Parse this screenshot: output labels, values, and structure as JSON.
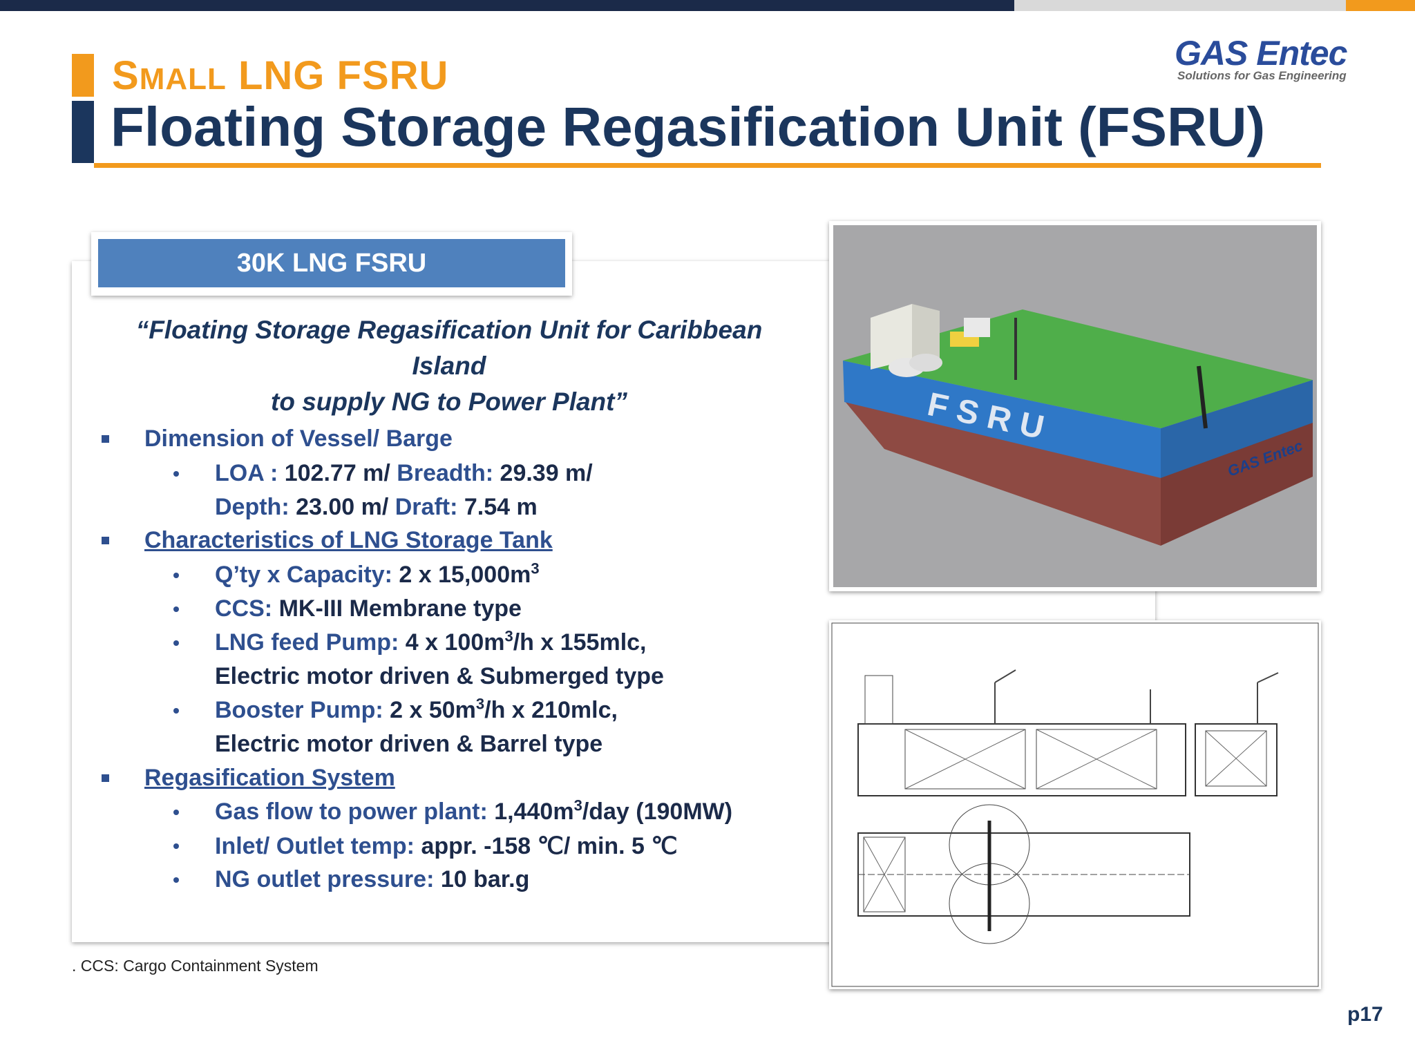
{
  "header": {
    "subtitle_first_letter": "S",
    "subtitle_rest_smallcaps": "MALL",
    "subtitle_tail": " LNG FSRU",
    "title": "Floating Storage Regasification Unit (FSRU)"
  },
  "logo": {
    "brand": "GAS Entec",
    "tagline": "Solutions for Gas Engineering"
  },
  "panel": {
    "header": "30K LNG FSRU",
    "quote_line1": "“Floating Storage Regasification Unit for Caribbean Island",
    "quote_line2": "to supply NG to Power Plant”"
  },
  "specs": {
    "dimension": {
      "heading": "Dimension of Vessel/ Barge",
      "loa_label": "LOA : ",
      "loa_value": "102.77 m/ ",
      "breadth_label": "Breadth: ",
      "breadth_value": "29.39 m/",
      "depth_label": "Depth: ",
      "depth_value": "23.00 m/ ",
      "draft_label": "Draft: ",
      "draft_value": "7.54 m"
    },
    "tank": {
      "heading": "Characteristics of LNG Storage Tank",
      "qty_label": "Q’ty x Capacity: ",
      "qty_value": "2 x 15,000m",
      "qty_sup": "3",
      "ccs_label": "CCS: ",
      "ccs_value": "MK-III Membrane type",
      "feed_label": "LNG feed Pump: ",
      "feed_value_a": "4 x 100m",
      "feed_sup": "3",
      "feed_value_b": "/h x 155mlc,",
      "feed_value_line2": "Electric motor driven & Submerged type",
      "booster_label": "Booster Pump: ",
      "booster_value_a": "2 x 50m",
      "booster_sup": "3",
      "booster_value_b": "/h x 210mlc,",
      "booster_value_line2": "Electric motor driven & Barrel type"
    },
    "regas": {
      "heading": "Regasification System",
      "flow_label": "Gas flow to power plant: ",
      "flow_value_a": "1,440m",
      "flow_sup": "3",
      "flow_value_b": "/day (190MW)",
      "temp_label": "Inlet/ Outlet temp: ",
      "temp_value": "appr. -158 ℃/ min. 5 ℃",
      "pressure_label": "NG outlet pressure: ",
      "pressure_value": "10 bar.g"
    }
  },
  "footnote": ". CCS: Cargo Containment System",
  "page_number": "p17",
  "render_image": {
    "hull_text": "F S R U",
    "hull_logo": "GAS Entec"
  },
  "colors": {
    "navy": "#1b365d",
    "orange": "#f29a1d",
    "header_blue": "#4f81bd",
    "label_blue": "#2e4f8f"
  }
}
